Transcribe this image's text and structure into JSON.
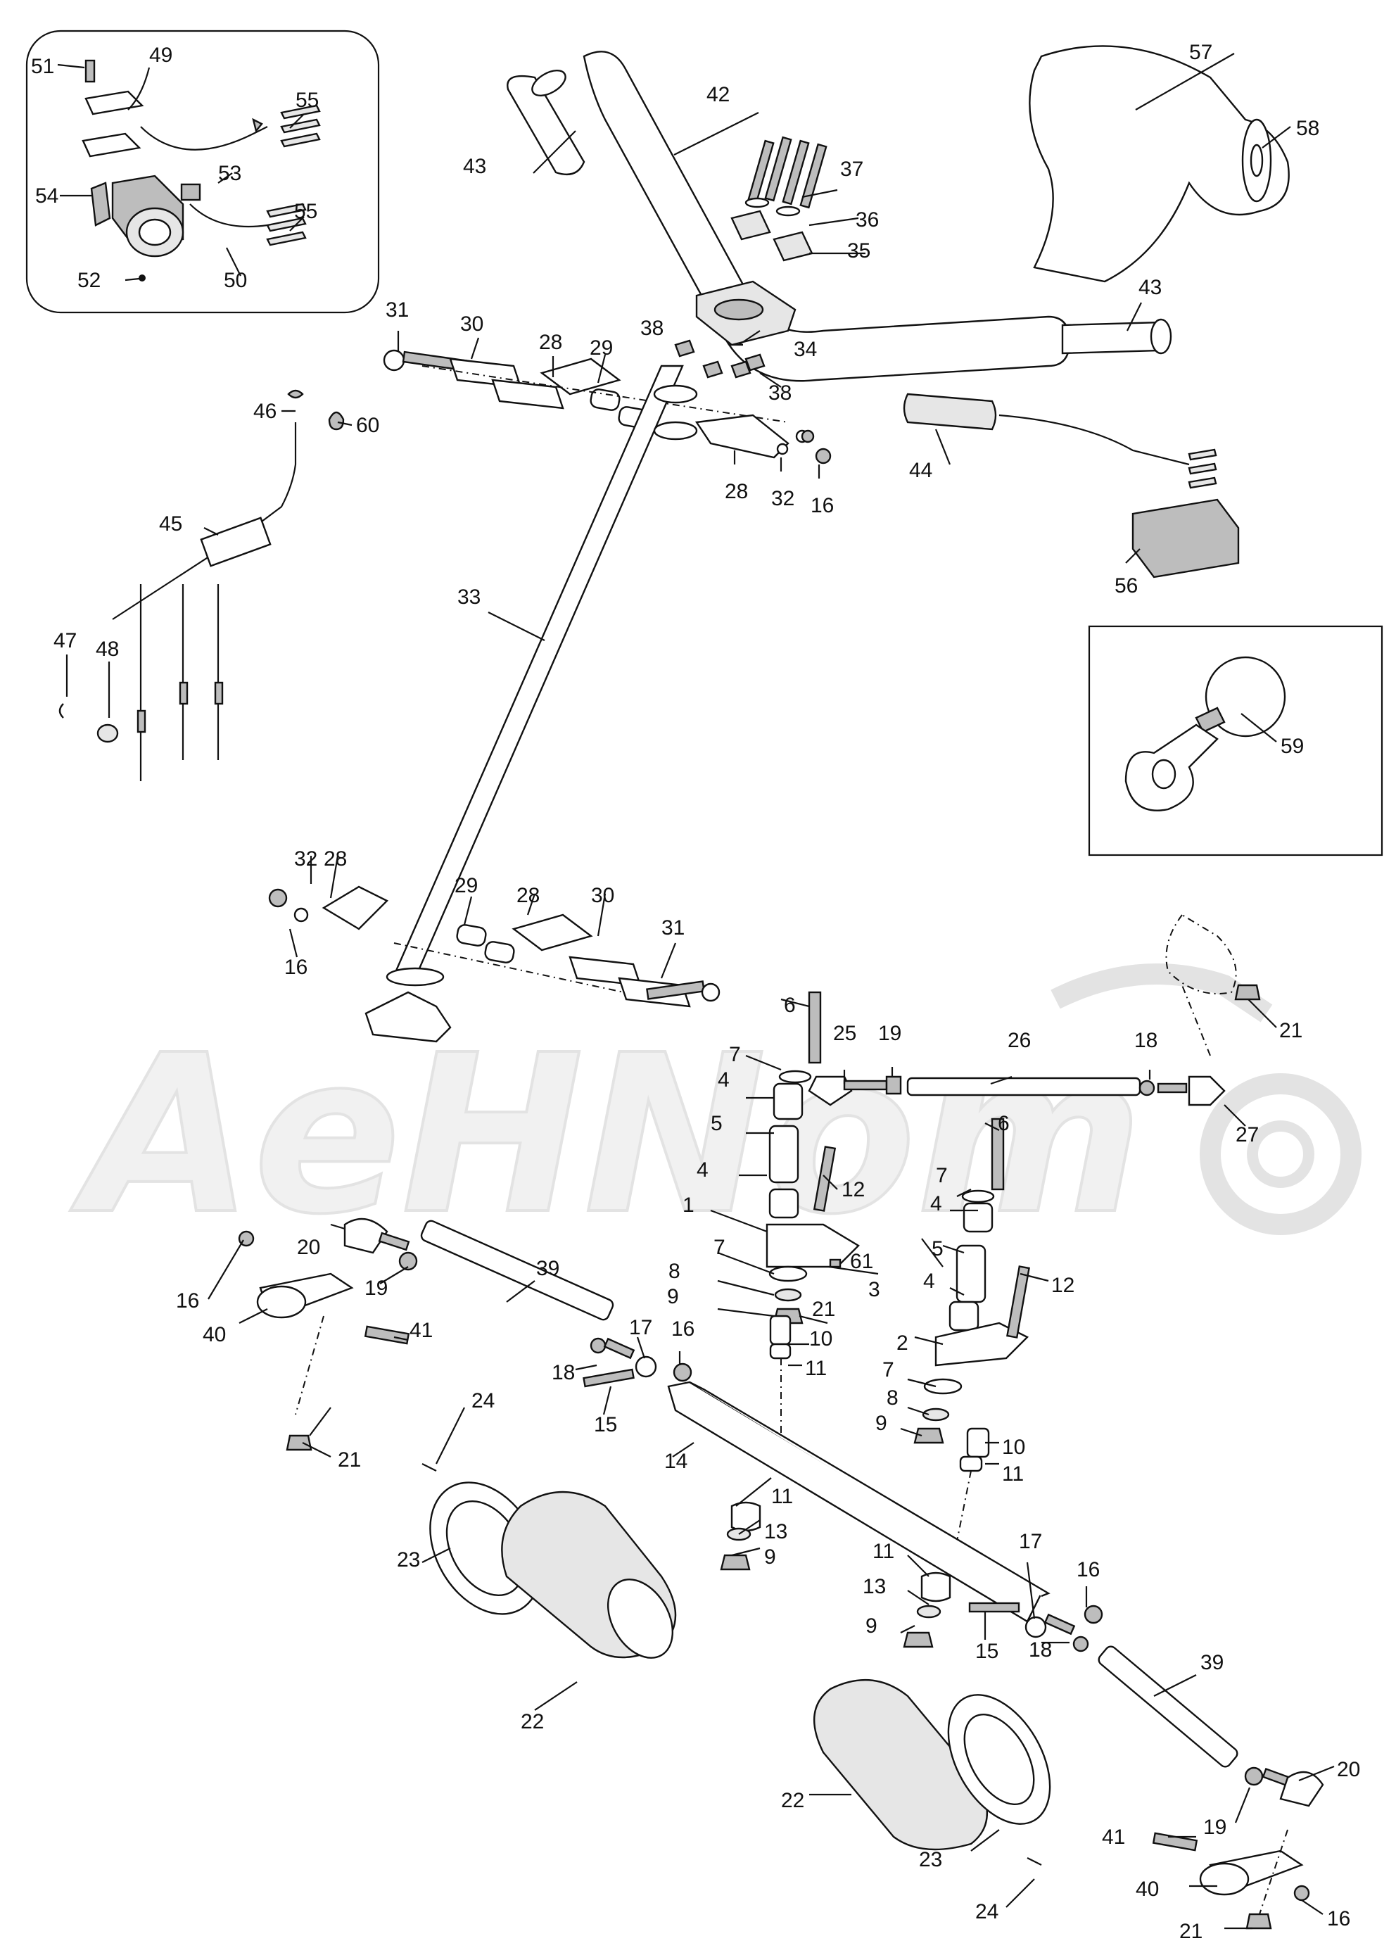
{
  "watermark": "AeHNom",
  "labels": {
    "l1": "1",
    "l2": "2",
    "l3": "3",
    "l4a": "4",
    "l4b": "4",
    "l4c": "4",
    "l4d": "4",
    "l5a": "5",
    "l5b": "5",
    "l6a": "6",
    "l6b": "6",
    "l7a": "7",
    "l7b": "7",
    "l7c": "7",
    "l7d": "7",
    "l8a": "8",
    "l8b": "8",
    "l9a": "9",
    "l9b": "9",
    "l9c": "9",
    "l9d": "9",
    "l10a": "10",
    "l10b": "10",
    "l11a": "11",
    "l11b": "11",
    "l11c": "11",
    "l11d": "11",
    "l12a": "12",
    "l12b": "12",
    "l13a": "13",
    "l13b": "13",
    "l14": "14",
    "l15a": "15",
    "l15b": "15",
    "l16a": "16",
    "l16b": "16",
    "l16c": "16",
    "l16d": "16",
    "l16e": "16",
    "l16f": "16",
    "l17a": "17",
    "l17b": "17",
    "l18a": "18",
    "l18b": "18",
    "l18c": "18",
    "l19a": "19",
    "l19b": "19",
    "l19c": "19",
    "l20a": "20",
    "l20b": "20",
    "l21a": "21",
    "l21b": "21",
    "l21c": "21",
    "l21d": "21",
    "l22a": "22",
    "l22b": "22",
    "l23a": "23",
    "l23b": "23",
    "l24a": "24",
    "l24b": "24",
    "l25": "25",
    "l26": "26",
    "l27": "27",
    "l28a": "28",
    "l28b": "28",
    "l28c": "28",
    "l28d": "28",
    "l29a": "29",
    "l29b": "29",
    "l30a": "30",
    "l30b": "30",
    "l31a": "31",
    "l31b": "31",
    "l32a": "32",
    "l32b": "32",
    "l33": "33",
    "l34": "34",
    "l35": "35",
    "l36": "36",
    "l37": "37",
    "l38a": "38",
    "l38b": "38",
    "l39a": "39",
    "l39b": "39",
    "l40a": "40",
    "l40b": "40",
    "l41a": "41",
    "l41b": "41",
    "l42": "42",
    "l43a": "43",
    "l43b": "43",
    "l44": "44",
    "l45": "45",
    "l46": "46",
    "l47": "47",
    "l48": "48",
    "l49": "49",
    "l50": "50",
    "l51": "51",
    "l52": "52",
    "l53": "53",
    "l54": "54",
    "l55a": "55",
    "l55b": "55",
    "l56": "56",
    "l57": "57",
    "l58": "58",
    "l59": "59",
    "l60": "60",
    "l61": "61"
  },
  "colors": {
    "ink": "#111111",
    "watermark": "#e3e3e3",
    "background": "#ffffff"
  }
}
